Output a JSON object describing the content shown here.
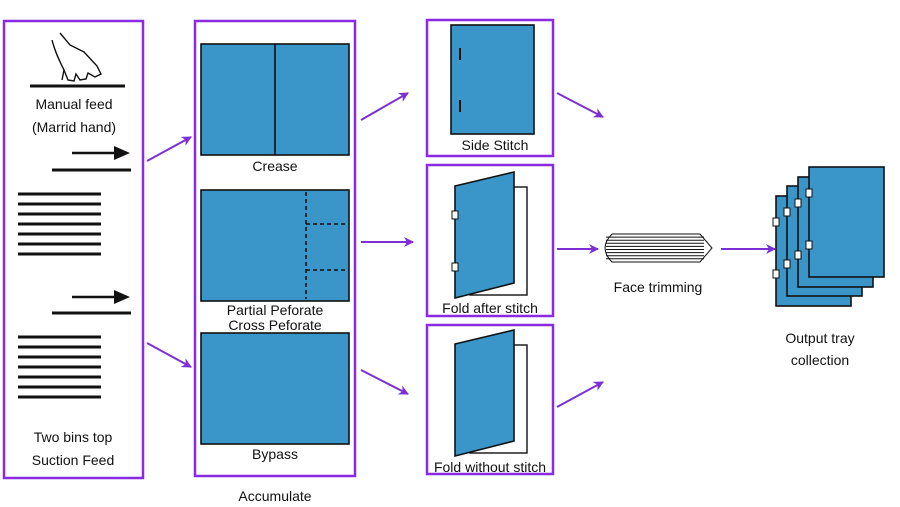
{
  "colors": {
    "panel_fill": "#3a95c9",
    "panel_stroke": "#111111",
    "frame": "#8a2be2",
    "arrow": "#7b2fd4"
  },
  "input": {
    "manual_feed": "Manual feed",
    "manual_feed_note": "(Marrid hand)",
    "suction_feed_line1": "Two bins top",
    "suction_feed_line2": "Suction Feed",
    "icons": [
      "hand-icon",
      "feed-arrow-icon",
      "paper-stack-icon"
    ]
  },
  "accumulate": {
    "label": "Accumulate",
    "options": [
      "Crease",
      "Partial Peforate",
      "Cross Peforate",
      "Bypass"
    ]
  },
  "stitch": {
    "options": [
      "Side Stitch",
      "Fold after stitch",
      "Fold without stitch"
    ]
  },
  "trim": {
    "label": "Face trimming",
    "icon": "trimmer-blade-icon"
  },
  "output": {
    "line1": "Output tray",
    "line2": "collection",
    "icon": "sheet-stack-icon"
  }
}
